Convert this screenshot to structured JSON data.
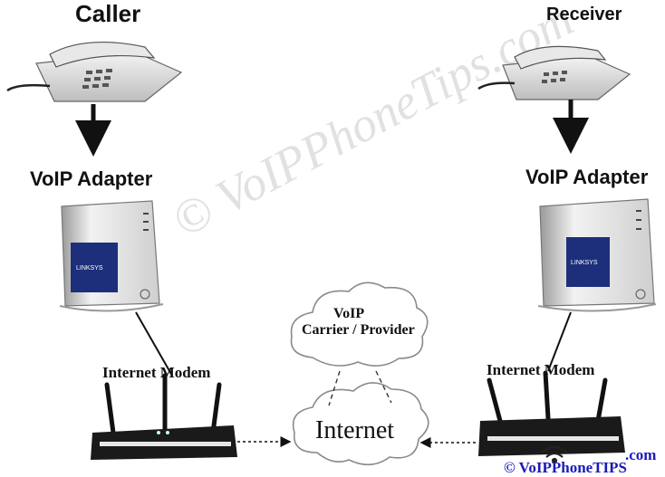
{
  "caller": {
    "title": "Caller",
    "adapter_label": "VoIP Adapter",
    "modem_label": "Internet Modem"
  },
  "receiver": {
    "title": "Receiver",
    "adapter_label": "VoIP Adapter",
    "modem_label": "Internet Modem"
  },
  "cloud_provider": {
    "line1": "VoIP",
    "line2": "Carrier / Provider"
  },
  "cloud_internet": {
    "label": "Internet"
  },
  "watermark": "© VoIPPhoneTips.com",
  "branding": {
    "dotcom": ".com",
    "name": "© VoIPPhoneTIPS"
  },
  "adapter_brand": "LINKSYS",
  "colors": {
    "arrow": "#111111",
    "cloud_fill": "#ffffff",
    "cloud_stroke": "#8a8a8a",
    "adapter_screen": "#1d2f7a",
    "brand_blue": "#1b1bb8"
  }
}
